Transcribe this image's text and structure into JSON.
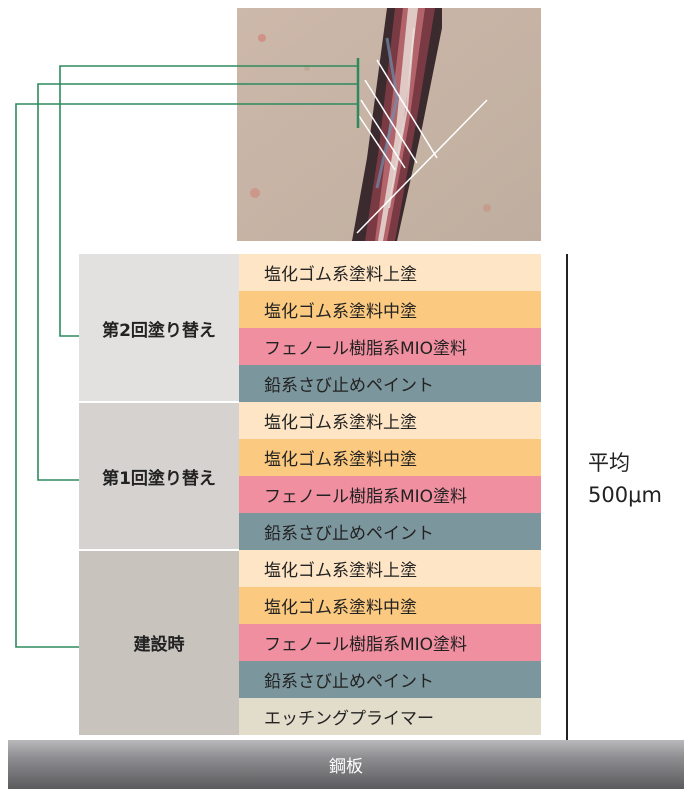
{
  "groups": [
    {
      "label": "第2回塗り替え",
      "layers": [
        {
          "label": "塩化ゴム系塗料上塗",
          "color": "#fde5c6"
        },
        {
          "label": "塩化ゴム系塗料中塗",
          "color": "#fbc97f"
        },
        {
          "label": "フェノール樹脂系MIO塗料",
          "color": "#f08fa0"
        },
        {
          "label": "鉛系さび止めペイント",
          "color": "#7c969d"
        }
      ]
    },
    {
      "label": "第1回塗り替え",
      "layers": [
        {
          "label": "塩化ゴム系塗料上塗",
          "color": "#fde5c6"
        },
        {
          "label": "塩化ゴム系塗料中塗",
          "color": "#fbc97f"
        },
        {
          "label": "フェノール樹脂系MIO塗料",
          "color": "#f08fa0"
        },
        {
          "label": "鉛系さび止めペイント",
          "color": "#7c969d"
        }
      ]
    },
    {
      "label": "建設時",
      "layers": [
        {
          "label": "塩化ゴム系塗料上塗",
          "color": "#fde5c6"
        },
        {
          "label": "塩化ゴム系塗料中塗",
          "color": "#fbc97f"
        },
        {
          "label": "フェノール樹脂系MIO塗料",
          "color": "#f08fa0"
        },
        {
          "label": "鉛系さび止めペイント",
          "color": "#7c969d"
        },
        {
          "label": "エッチングプライマー",
          "color": "#e2dccb"
        }
      ]
    }
  ],
  "group_colors": [
    "#e3e1e0",
    "#d6d2cf",
    "#c9c3be"
  ],
  "connector_color": "#2e8a5e",
  "thickness": {
    "line1": "平均",
    "line2": "500μm"
  },
  "base": {
    "label": "鋼板"
  }
}
